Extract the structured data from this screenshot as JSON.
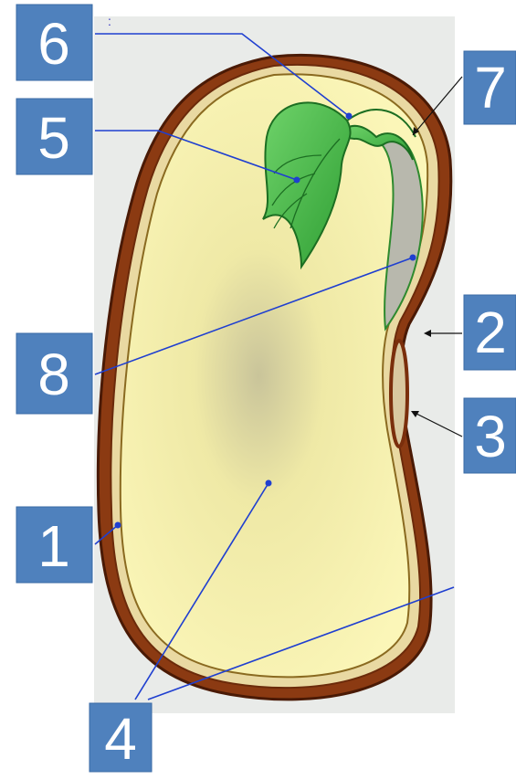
{
  "labels": {
    "l1": "1",
    "l2": "2",
    "l3": "3",
    "l4": "4",
    "l5": "5",
    "l6": "6",
    "l7": "7",
    "l8": "8"
  },
  "colors": {
    "label_box": "#4f81bd",
    "label_text": "#ffffff",
    "leader_line": "#1f3fd0",
    "seed_coat": "#8b3a12",
    "cotyledon": "#f5f0a8",
    "embryo_leaf": "#3cb043",
    "background_panel": "#e9ebe9"
  }
}
